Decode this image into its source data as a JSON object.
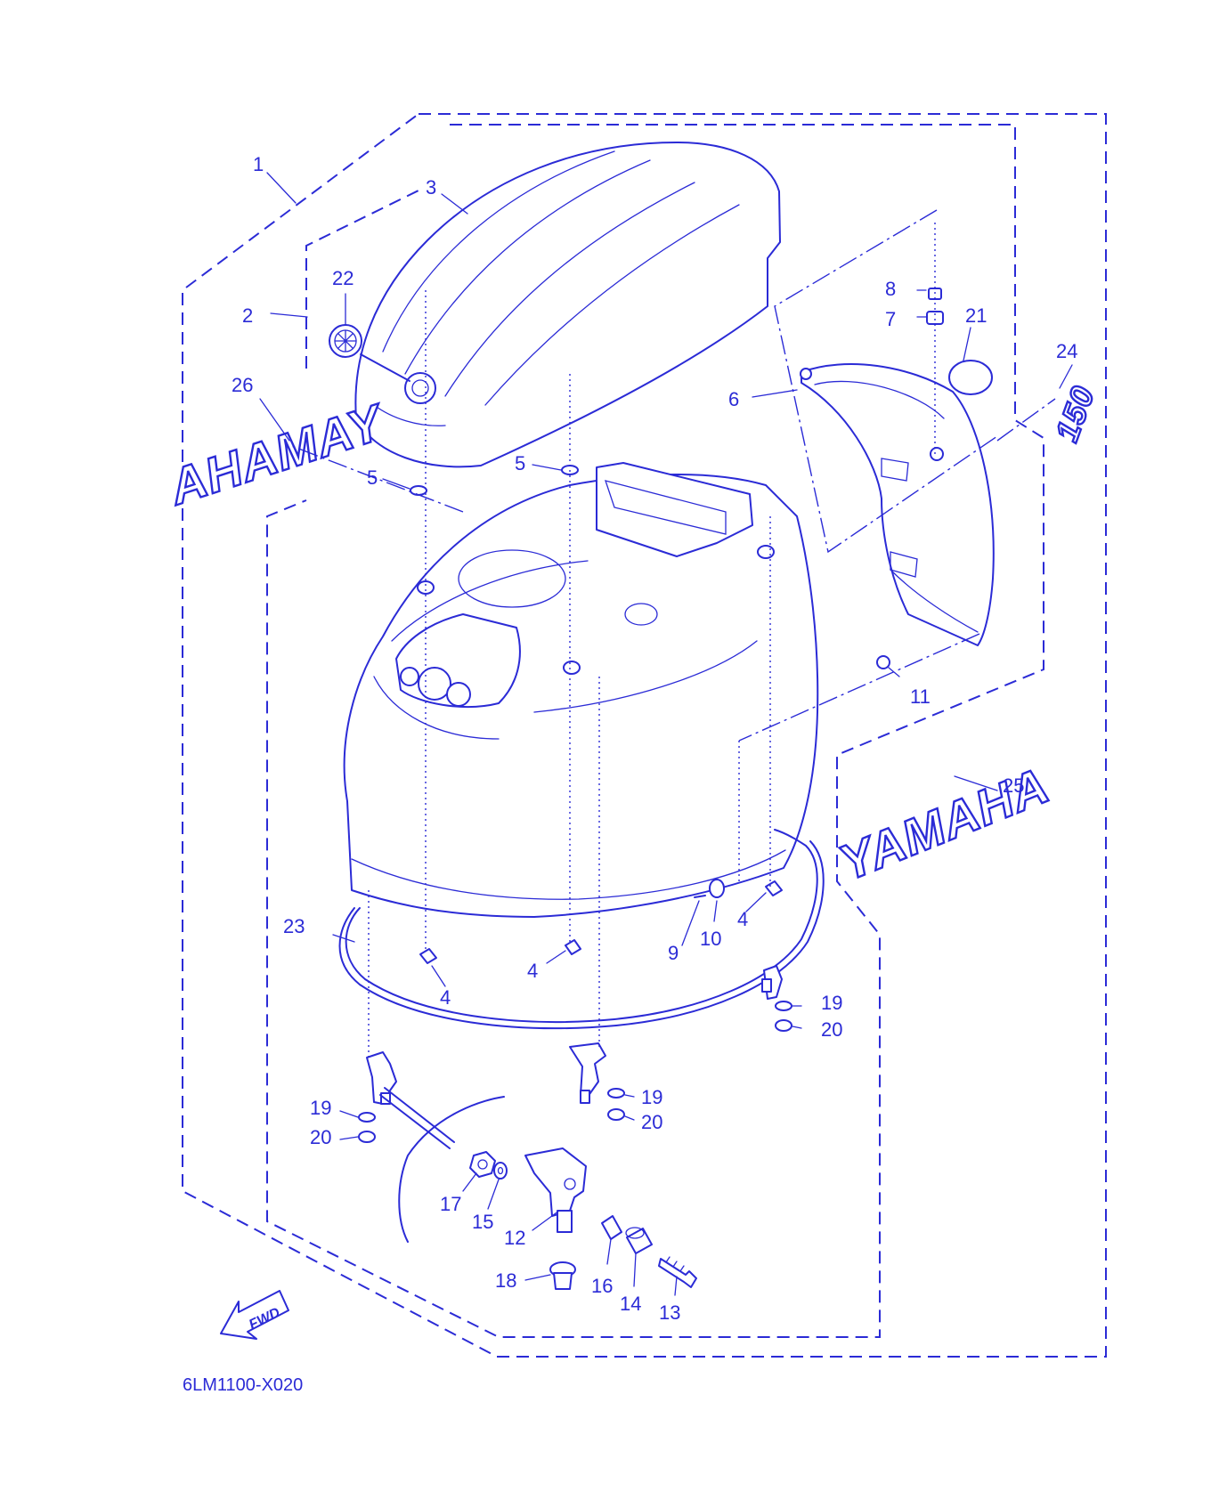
{
  "diagram": {
    "callouts": {
      "c1": "1",
      "c2": "2",
      "c3": "3",
      "c4a": "4",
      "c4b": "4",
      "c4c": "4",
      "c5a": "5",
      "c5b": "5",
      "c6": "6",
      "c7": "7",
      "c8": "8",
      "c9": "9",
      "c10": "10",
      "c11": "11",
      "c12": "12",
      "c13": "13",
      "c14": "14",
      "c15": "15",
      "c16": "16",
      "c17": "17",
      "c18": "18",
      "c19a": "19",
      "c19b": "19",
      "c19c": "19",
      "c20a": "20",
      "c20b": "20",
      "c20c": "20",
      "c21": "21",
      "c22": "22",
      "c23": "23",
      "c24": "24",
      "c25": "25",
      "c26": "26"
    },
    "decal_left": "AHAMAY",
    "decal_right": "YAMAHA",
    "decal_model": "150",
    "fwd_label": "FWD",
    "drawing_code": "6LM1100-X020"
  },
  "colors": {
    "ink": "#2b2bd6",
    "background": "#ffffff"
  }
}
